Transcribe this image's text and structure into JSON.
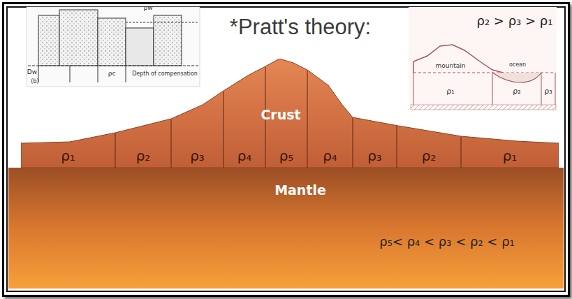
{
  "diagram": {
    "title": "*Pratt's theory:",
    "nodes": [
      {
        "text": [
          "Crust"
        ]
      },
      {
        "text": [
          "ρ₁"
        ],
        "in": 0
      },
      {
        "text": [
          "ρ₂"
        ],
        "in": 0
      },
      {
        "text": [
          "ρ₃"
        ],
        "in": 0
      },
      {
        "text": [
          "ρ₄"
        ],
        "in": 0
      },
      {
        "text": [
          "ρ₅"
        ],
        "in": 0
      },
      {
        "text": [
          "ρ₄"
        ],
        "in": 0
      },
      {
        "text": [
          "ρ₃"
        ],
        "in": 0
      },
      {
        "text": [
          "ρ₂"
        ],
        "in": 0
      },
      {
        "text": [
          "ρ₁"
        ],
        "in": 0
      },
      {
        "text": [
          "Mantle",
          "ρ₅< ρ₄ < ρ₃ < ρ₂ < ρ₁"
        ]
      }
    ],
    "labels": [
      "ρw",
      "Dw",
      "ρc",
      "Depth of compensation",
      "(b)",
      "ρ₂ > ρ₃ > ρ₁",
      "mountain",
      "ocean",
      "ρ₁",
      "ρ₂",
      "ρ₃"
    ]
  }
}
